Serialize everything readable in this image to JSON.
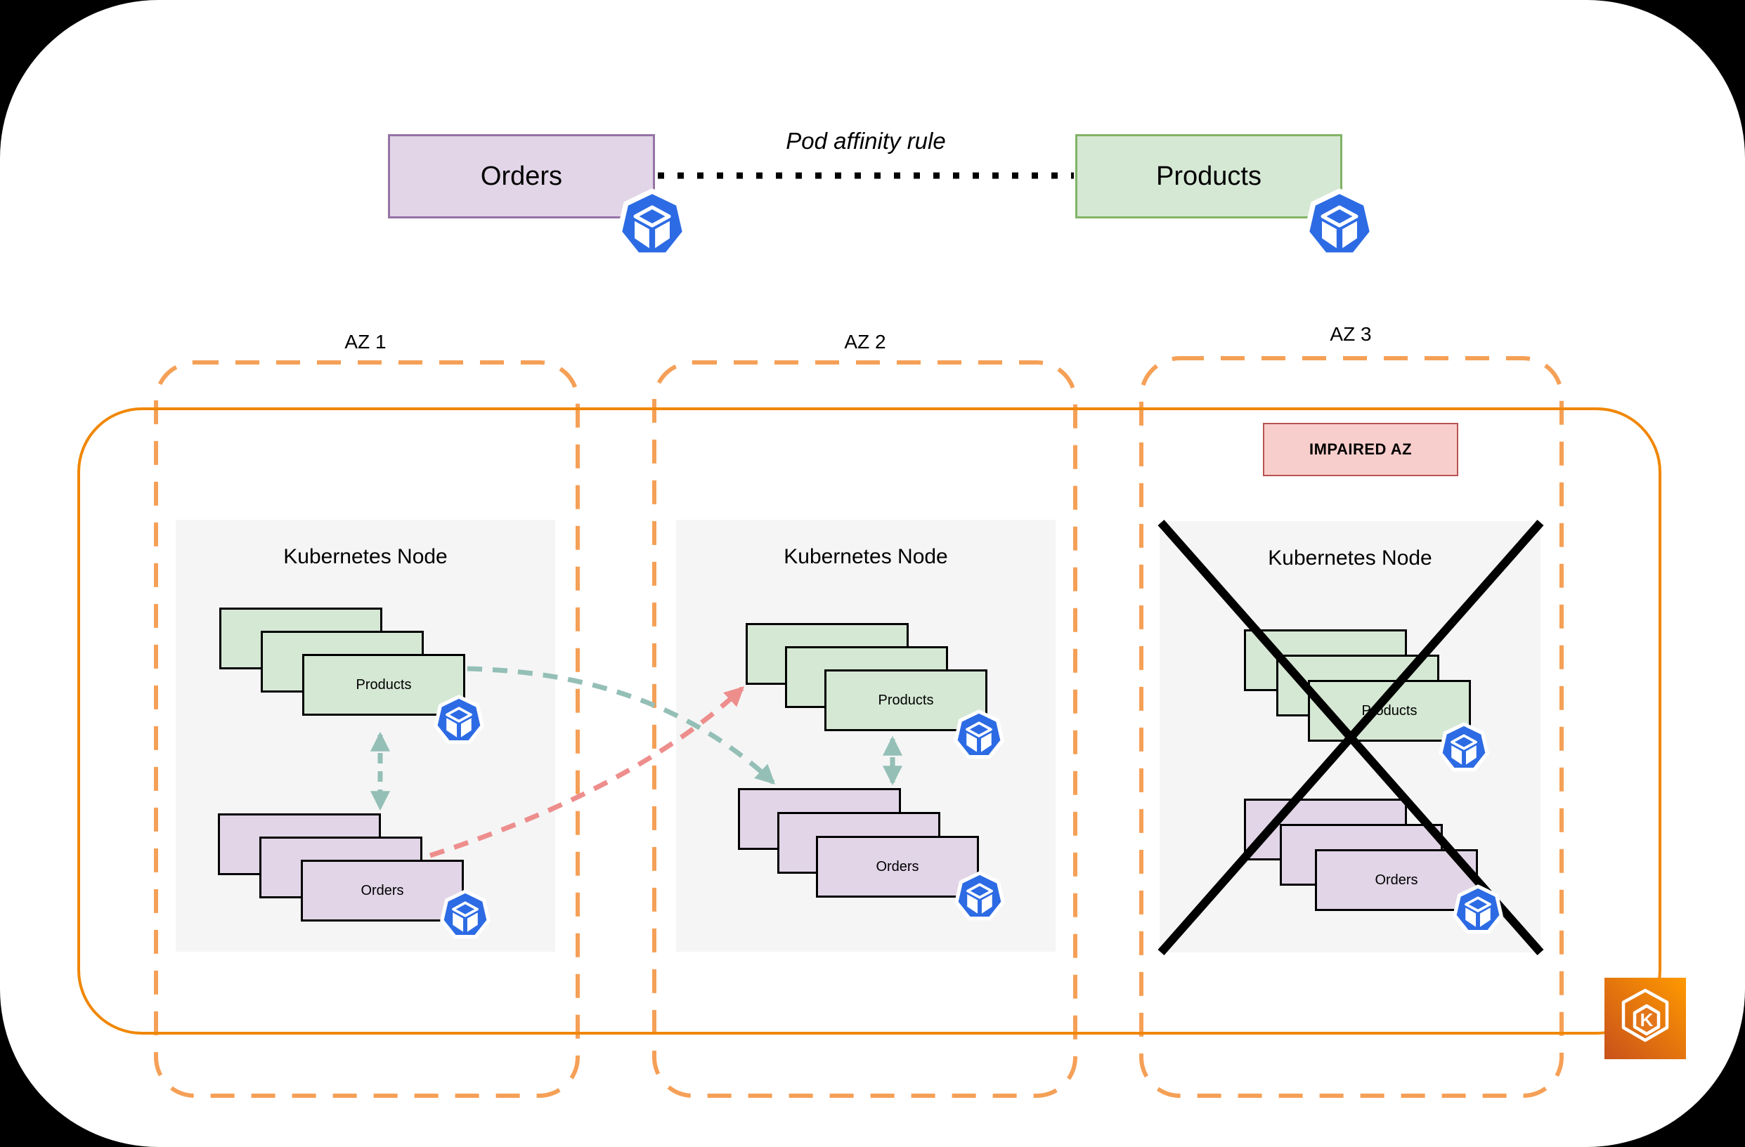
{
  "header": {
    "orders_box": "Orders",
    "products_box": "Products",
    "affinity_rule_label": "Pod affinity rule"
  },
  "zones": [
    {
      "label": "AZ 1",
      "node_title": "Kubernetes Node",
      "products": "Products",
      "orders": "Orders"
    },
    {
      "label": "AZ 2",
      "node_title": "Kubernetes Node",
      "products": "Products",
      "orders": "Orders"
    },
    {
      "label": "AZ 3",
      "node_title": "Kubernetes Node",
      "products": "Products",
      "orders": "Orders",
      "impaired_badge": "IMPAIRED AZ"
    }
  ],
  "eks_icon_letter": "K",
  "colors": {
    "orders_fill": "#E1D5E7",
    "orders_stroke": "#9673A6",
    "products_fill": "#D5E8D4",
    "products_stroke": "#82B366",
    "node_fill": "#F5F5F5",
    "az_dashed_border": "#F5A057",
    "eks_cluster_border": "#F08705",
    "impaired_fill": "#F8CECC",
    "impaired_stroke": "#B85450",
    "affinity_arrow_teal": "#94BFB6",
    "cross_az_arrow_red": "#ED8E8D",
    "pod_icon_blue": "#2D6BE4",
    "cross_out_black": "#000000",
    "eks_gradient_start": "#C8511B",
    "eks_gradient_end": "#FF9900",
    "affinity_dotted_line": "#000000"
  }
}
